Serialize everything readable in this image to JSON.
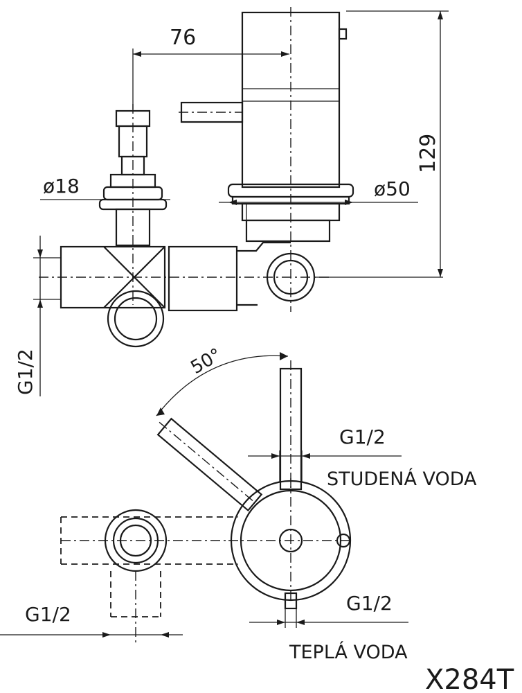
{
  "drawing": {
    "model_code": "X284T",
    "dimensions": {
      "offset": "76",
      "height": "129",
      "stem_diameter": "ø18",
      "body_diameter": "ø50",
      "rotation_angle": "50°"
    },
    "thread_labels": {
      "side_inlet": "G1/2",
      "cold_outlet": "G1/2",
      "hot_outlet": "G1/2",
      "bottom_inlet": "G1/2"
    },
    "port_labels": {
      "cold": "STUDENÁ VODA",
      "hot": "TEPLÁ VODA"
    }
  }
}
